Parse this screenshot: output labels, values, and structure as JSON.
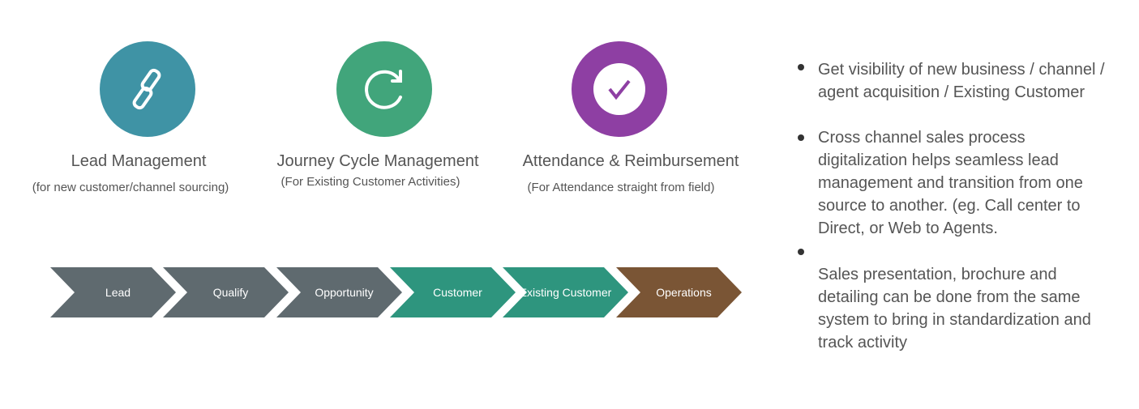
{
  "features": [
    {
      "title": "Lead Management",
      "subtitle": "(for new customer/channel sourcing)",
      "icon": "link-icon",
      "color": "#3f93a5"
    },
    {
      "title": "Journey Cycle Management",
      "subtitle": "(For Existing Customer Activities)",
      "icon": "refresh-icon",
      "color": "#41a57b"
    },
    {
      "title": "Attendance & Reimbursement",
      "subtitle": "(For Attendance straight from field)",
      "icon": "check-icon",
      "color": "#8e3fa3"
    }
  ],
  "process": [
    {
      "label": "Lead",
      "color": "#5f6a6f"
    },
    {
      "label": "Qualify",
      "color": "#5f6a6f"
    },
    {
      "label": "Opportunity",
      "color": "#5f6a6f"
    },
    {
      "label": "Customer",
      "color": "#2e957e"
    },
    {
      "label": "Existing Customer",
      "color": "#2e957e"
    },
    {
      "label": "Operations",
      "color": "#7a5535"
    }
  ],
  "bullets": [
    "Get visibility of new business / channel / agent acquisition / Existing Customer",
    "Cross channel sales process digitalization helps seamless lead management and transition from one source to another. (eg. Call center to Direct, or Web to Agents.",
    "Sales presentation, brochure and detailing can be done from the same system to bring in standardization and track activity"
  ]
}
